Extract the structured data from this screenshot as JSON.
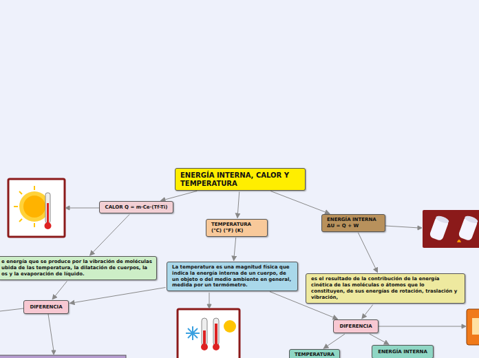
{
  "diagram": {
    "nodes": [
      {
        "text": [
          "ENERGÍA INTERNA, CALOR Y TEMPERATURA"
        ]
      },
      {
        "text": [
          "CALOR Q = m·Ce·(Tf-Ti)"
        ]
      },
      {
        "text": [
          "TEMPERATURA (°C) (°F) (K)"
        ]
      },
      {
        "text": [
          "ENERGÍA INTERNA ΔU = Q + W"
        ]
      },
      {
        "text": [
          "e energía que se produce por la vibración de moléculas ubida de las temperatura, la dilatación de cuerpos, la os y la evaporación de líquido."
        ]
      },
      {
        "text": [
          "DIFERENCIA"
        ]
      },
      {
        "text": [
          "La temperatura es una magnitud física que indica la energía interna de un cuerpo, de un objeto o del medio ambiente en general, medida por un termómetro."
        ]
      },
      {
        "text": [
          "es el resultado de la contribución de la energía cinética de las moléculas o átomos que lo constituyen, de sus energías de rotación, traslación y vibración,"
        ]
      },
      {
        "text": [
          "DIFERENCIA"
        ]
      },
      {
        "text": [
          "TEMPERATURA"
        ]
      },
      {
        "text": [
          "ENERGÍA INTERNA"
        ]
      }
    ],
    "edges": [
      {
        "from": 0,
        "to": 1,
        "arrow": "to"
      },
      {
        "from": 0,
        "to": 2,
        "arrow": "to"
      },
      {
        "from": 0,
        "to": 3,
        "arrow": "to"
      },
      {
        "from": 1,
        "to": 4,
        "arrow": "to"
      },
      {
        "from": 4,
        "to": 5,
        "arrow": "to"
      },
      {
        "from": 2,
        "to": 6,
        "arrow": "to"
      },
      {
        "from": 6,
        "to": 5,
        "arrow": "to"
      },
      {
        "from": 6,
        "to": 8,
        "arrow": "to"
      },
      {
        "from": 3,
        "to": 7,
        "arrow": "to"
      },
      {
        "from": 7,
        "to": 8,
        "arrow": "to"
      },
      {
        "from": 8,
        "to": 9,
        "arrow": "to"
      },
      {
        "from": 8,
        "to": 10,
        "arrow": "to"
      }
    ]
  }
}
